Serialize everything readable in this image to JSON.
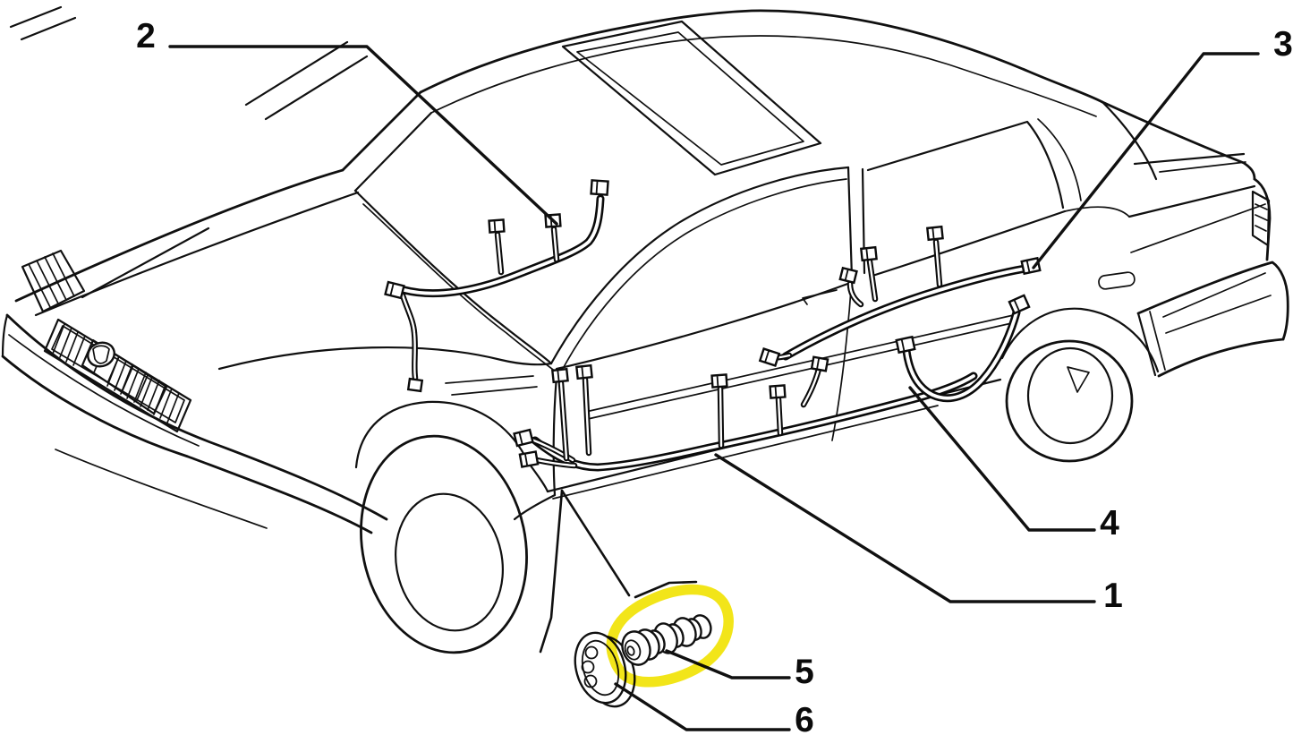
{
  "figure": {
    "type": "car-parts-line-diagram",
    "subject": "Sedan body side wiring harnesses and grommets, exploded callout view",
    "background_color": "#ffffff",
    "ink_color": "#101010",
    "highlight": {
      "color": "#f2e40c",
      "shape": "hand-drawn ellipse",
      "around_callout": "5"
    }
  },
  "callouts": {
    "c1": {
      "label": "1"
    },
    "c2": {
      "label": "2"
    },
    "c3": {
      "label": "3"
    },
    "c4": {
      "label": "4"
    },
    "c5": {
      "label": "5"
    },
    "c6": {
      "label": "6"
    }
  },
  "parts": {
    "p1": "sill wiring harness",
    "p2": "front door wiring harness",
    "p3": "rear door upper wiring harness",
    "p4": "rear door lower wiring harness",
    "p5": "corrugated rubber grommet (highlighted)",
    "p6": "oval grommet plate with three holes"
  }
}
